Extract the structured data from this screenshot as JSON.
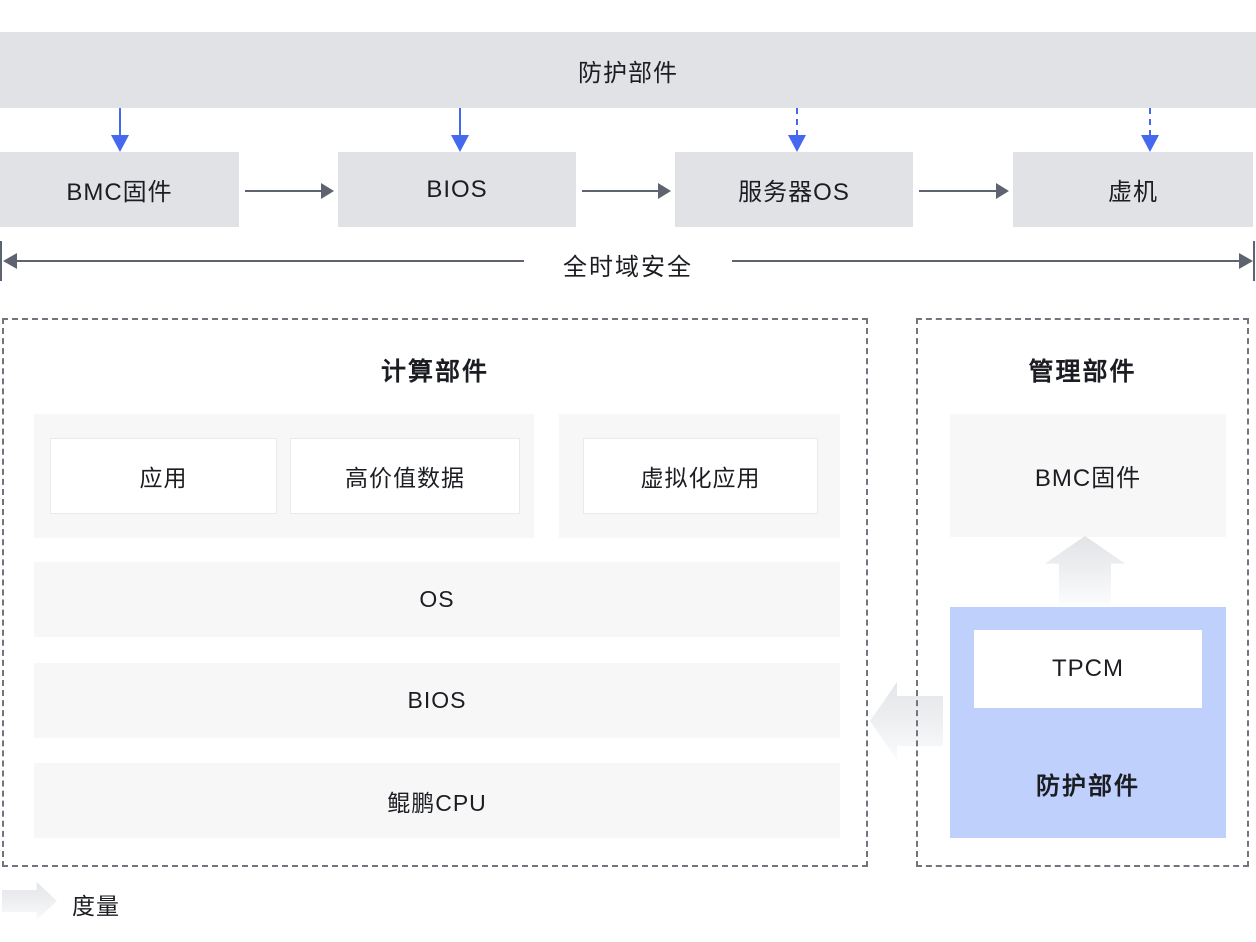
{
  "colors": {
    "chain_box_gray": "#e0e2e5",
    "light_panel_gray": "#f7f7f8",
    "accent_blue": "#4468ee",
    "protection_blue": "#bed0fb",
    "arrow_dark_gray": "#5d6470",
    "dashed_border_gray": "#71767e"
  },
  "top": {
    "protection_bar_label": "防护部件"
  },
  "chain": {
    "boxes": [
      "BMC固件",
      "BIOS",
      "服务器OS",
      "虚机"
    ]
  },
  "timeline": {
    "label": "全时域安全"
  },
  "computing": {
    "title": "计算部件",
    "app_box": "应用",
    "data_box": "高价值数据",
    "virt_box": "虚拟化应用",
    "layers": [
      "OS",
      "BIOS",
      "鲲鹏CPU"
    ]
  },
  "management": {
    "title": "管理部件",
    "bmc_box": "BMC固件",
    "tpcm_box": "TPCM",
    "protection_box": "防护部件"
  },
  "legend": {
    "measure_label": "度量"
  }
}
